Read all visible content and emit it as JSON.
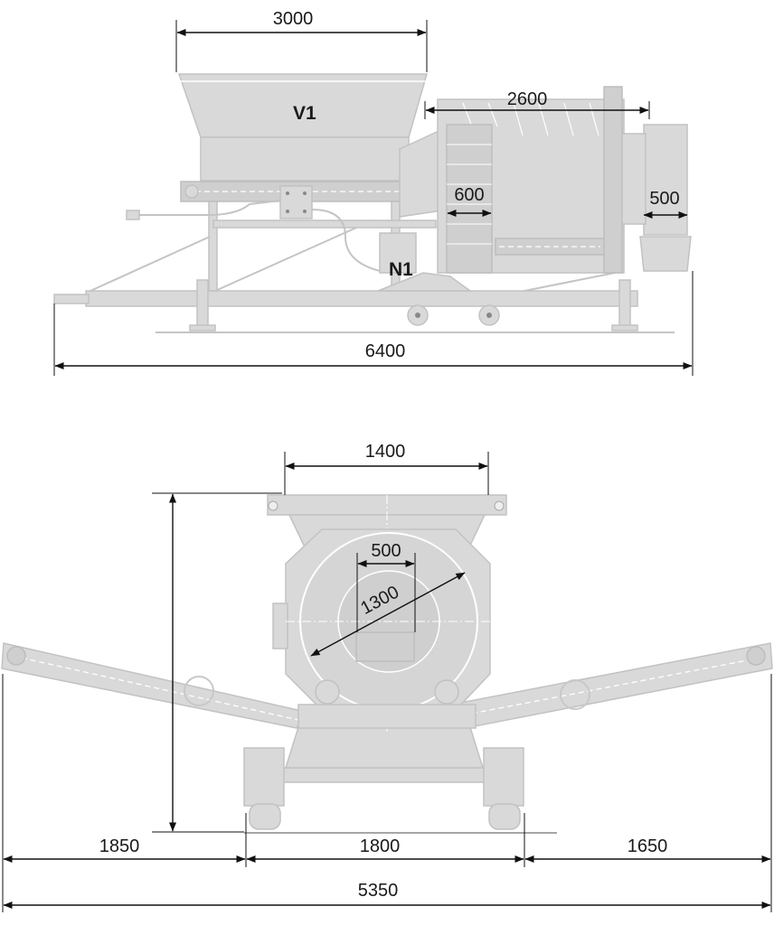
{
  "side_view": {
    "labels": {
      "v1": "V1",
      "n1": "N1"
    },
    "dimensions": {
      "hopper_width": "3000",
      "drum_length": "2600",
      "wheel_width": "600",
      "outlet_width": "500",
      "overall_length": "6400"
    }
  },
  "front_view": {
    "dimensions": {
      "hopper_width": "1400",
      "inner_opening": "500",
      "drum_diameter": "1300",
      "left_span": "1850",
      "center_span": "1800",
      "right_span": "1650",
      "overall_width": "5350"
    }
  },
  "colors": {
    "machine": "#d9d9d9",
    "dimension_line": "#111111"
  }
}
